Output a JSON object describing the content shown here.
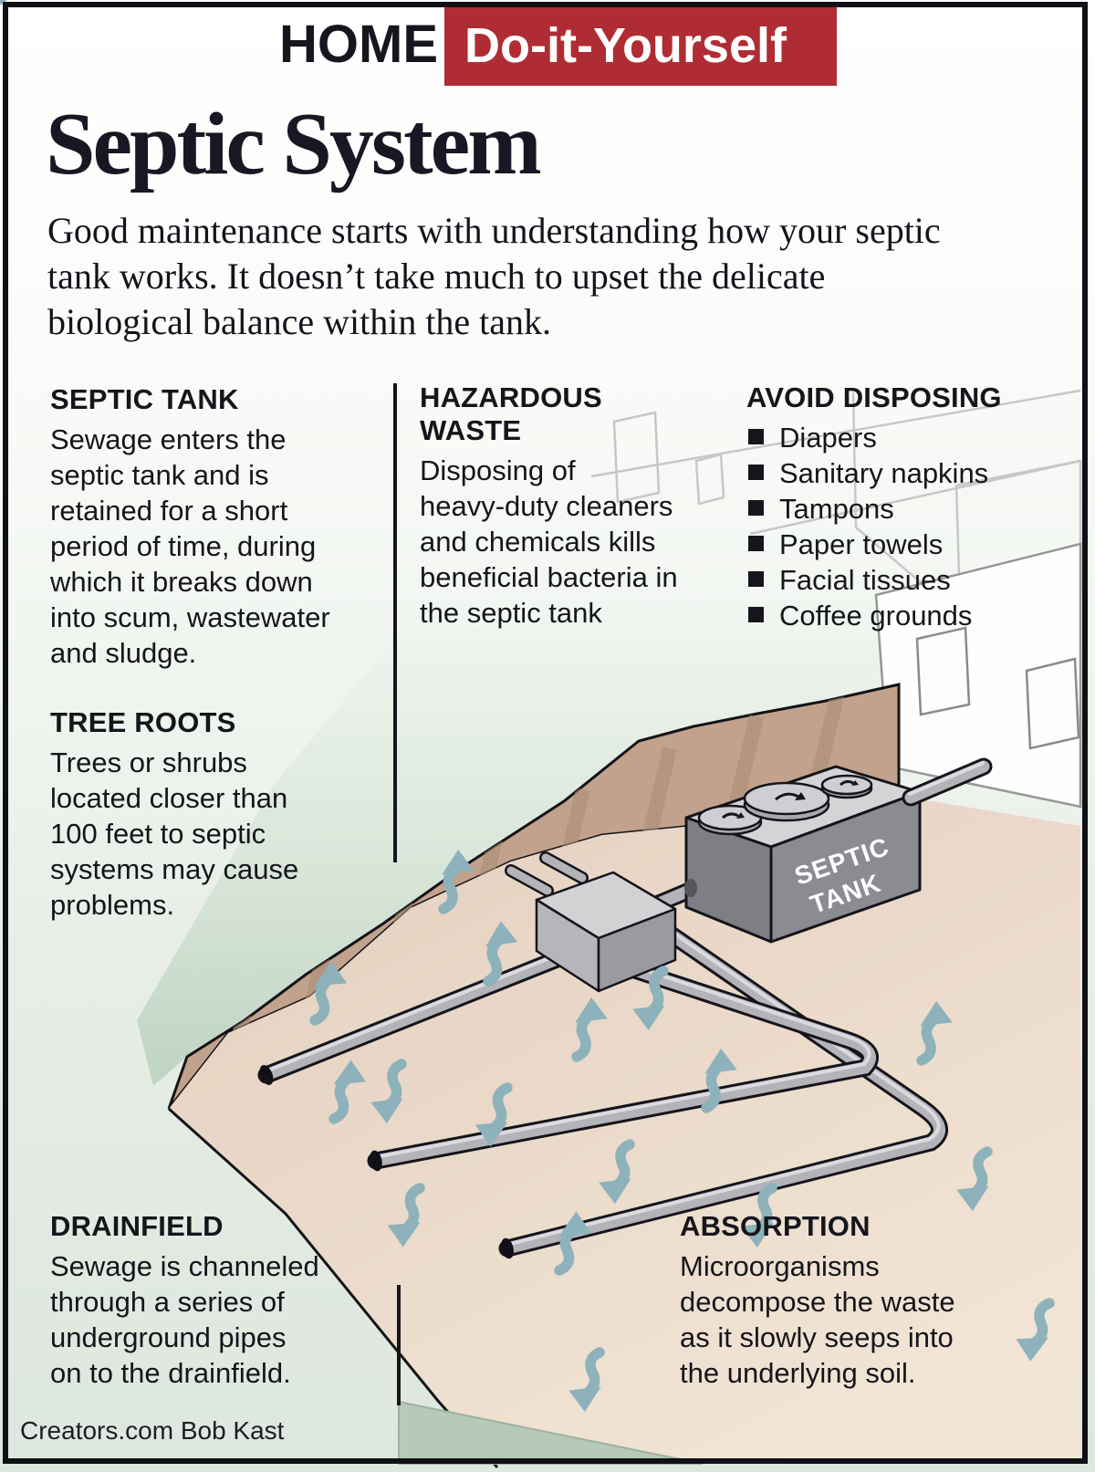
{
  "header": {
    "kicker_left": "HOME",
    "kicker_right": "Do-it-Yourself",
    "title": "Septic System",
    "intro": "Good maintenance starts with understanding how your septic\ntank works. It doesn’t take much to upset the delicate\nbiological balance within the tank."
  },
  "columns": {
    "septic_tank": {
      "heading": "SEPTIC TANK",
      "body": "Sewage enters the\nseptic tank and is\nretained for a short\nperiod of time, during\nwhich it breaks down\ninto scum, wastewater\nand sludge."
    },
    "hazardous": {
      "heading": "HAZARDOUS WASTE",
      "body": "Disposing of\nheavy-duty cleaners\nand chemicals kills\nbeneficial bacteria in\nthe septic tank"
    },
    "avoid": {
      "heading": "AVOID DISPOSING",
      "items": [
        "Diapers",
        "Sanitary napkins",
        "Tampons",
        "Paper towels",
        "Facial tissues",
        "Coffee grounds"
      ]
    },
    "tree_roots": {
      "heading": "TREE ROOTS",
      "body": "Trees or shrubs\nlocated closer than\n100 feet to septic\nsystems may cause\nproblems."
    },
    "drainfield": {
      "heading": "DRAINFIELD",
      "body": "Sewage is channeled\nthrough a series of\nunderground pipes\non to the drainfield."
    },
    "absorption": {
      "heading": "ABSORPTION",
      "body": "Microorganisms\ndecompose the waste\nas it slowly seeps into\nthe underlying soil."
    }
  },
  "diagram": {
    "tank_label_line1": "SEPTIC",
    "tank_label_line2": "TANK"
  },
  "footer": {
    "credit": "Creators.com Bob Kast"
  },
  "colors": {
    "banner_red": "#b02c34",
    "arrow_blue": "#8db2bb",
    "dirt_brown": "#c2a28d",
    "field_tan": "#e9d7c7",
    "lawn_green": "#c2d6c6",
    "sage_wedge": "#b7c9b9",
    "tank_gray": "#8b8b92"
  }
}
